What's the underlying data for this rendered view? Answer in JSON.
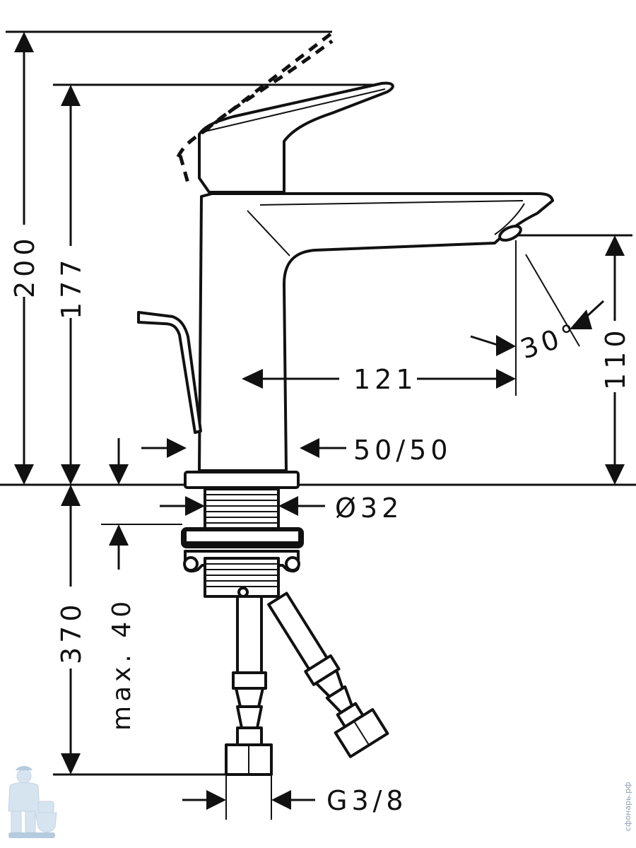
{
  "dimensions": {
    "overall_height": "200",
    "lever_height": "177",
    "spout_height": "110",
    "reach": "121",
    "angle": "30°",
    "base_size": "50/50",
    "shank_diameter": "Ø32",
    "below_deck": "370",
    "max_thickness": "max. 40",
    "connection": "G3/8"
  },
  "watermark": {
    "text": "сфонарь.рф"
  },
  "colors": {
    "line": "#111111",
    "background": "#ffffff",
    "watermark": "#8aa0b8"
  }
}
